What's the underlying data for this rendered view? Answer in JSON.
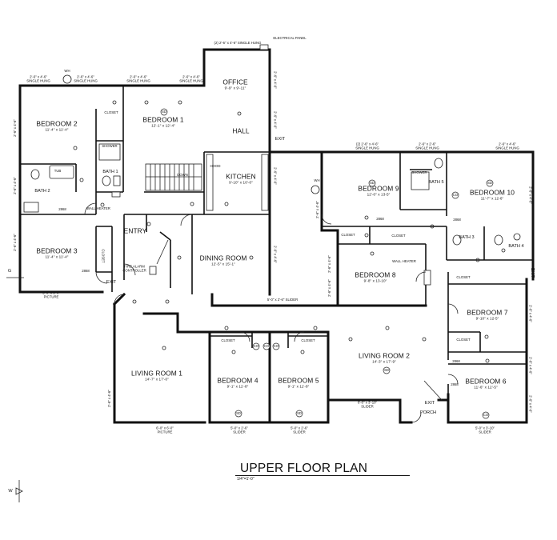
{
  "title": "UPPER FLOOR PLAN",
  "scale": "1/4\"=1'-0\"",
  "rooms": [
    {
      "name": "OFFICE",
      "dim": "9'-9\" x 9'-11\""
    },
    {
      "name": "HALL",
      "dim": ""
    },
    {
      "name": "BEDROOM 2",
      "dim": "11'-4\" x 11'-4\""
    },
    {
      "name": "BEDROOM 1",
      "dim": "12'-1\" x 12'-4\""
    },
    {
      "name": "KITCHEN",
      "dim": "9'-10\" x 10'-0\""
    },
    {
      "name": "BEDROOM 9",
      "dim": "12'-0\" x 13-5\""
    },
    {
      "name": "BEDROOM 10",
      "dim": "11'-7\" x 12-6\""
    },
    {
      "name": "BEDROOM 3",
      "dim": "11'-4\" x 11'-4\""
    },
    {
      "name": "ENTRY",
      "dim": ""
    },
    {
      "name": "DINING ROOM",
      "dim": "12'-5\" x 15'-1\""
    },
    {
      "name": "BEDROOM 8",
      "dim": "9'-8\" x 13-10\""
    },
    {
      "name": "BEDROOM 7",
      "dim": "9'-10\" x 12-5\""
    },
    {
      "name": "LIVING ROOM 2",
      "dim": "14'-3\" x 17'-9\""
    },
    {
      "name": "LIVING ROOM 1",
      "dim": "14'-7\" x 17'-0\""
    },
    {
      "name": "BEDROOM 4",
      "dim": "9'-1\" x 11'-8\""
    },
    {
      "name": "BEDROOM 5",
      "dim": "9'-1\" x 11'-8\""
    },
    {
      "name": "BEDROOM 6",
      "dim": "11'-6\" x 12'-5\""
    },
    {
      "name": "BATH 1",
      "dim": ""
    },
    {
      "name": "BATH 2",
      "dim": ""
    },
    {
      "name": "BATH 3",
      "dim": ""
    },
    {
      "name": "BATH 4",
      "dim": ""
    },
    {
      "name": "BATH 5",
      "dim": ""
    }
  ],
  "notes": {
    "electrical_panel": "ELECTRICAL PANEL",
    "office_window": "(2) 2'-6\" x 4'-6\" SINGLE HUNG",
    "wh": "WH",
    "exit": "EXIT",
    "closet": "CLOSET",
    "shower": "SHOWER",
    "tub": "TUB",
    "down": "DOWN",
    "hood": "HOOD",
    "wall_heater": "WALL HEATER",
    "fire_alarm": "FIRE ALARM CONTROLLER",
    "porch": "PORCH",
    "g": "G",
    "w": "W",
    "sd": "SD",
    "co": "CO",
    "door_2868": "2868",
    "win_2646_sh": "2'-6\" x 4'-6\" SINGLE HUNG",
    "win_2646_sh2": "(2) 2'-6\" x 4'-6\" SINGLE HUNG",
    "win_2426_sh": "2'-6\" x 2'-6\" SINGLE HUNG",
    "win_picture": "5'-0\" x 5'-0\" PICTURE",
    "win_picture2": "6'-0\" x 6'-0\" PICTURE",
    "slider_5": "5'-0\" x 2'-6\" SLIDER",
    "slider_6": "6'-0\" x 3'-10\" SLIDER",
    "slider_5b": "5'-0\" x 3'-10\" SLIDER",
    "side_win": "2'-6\" x 4'-6\""
  }
}
